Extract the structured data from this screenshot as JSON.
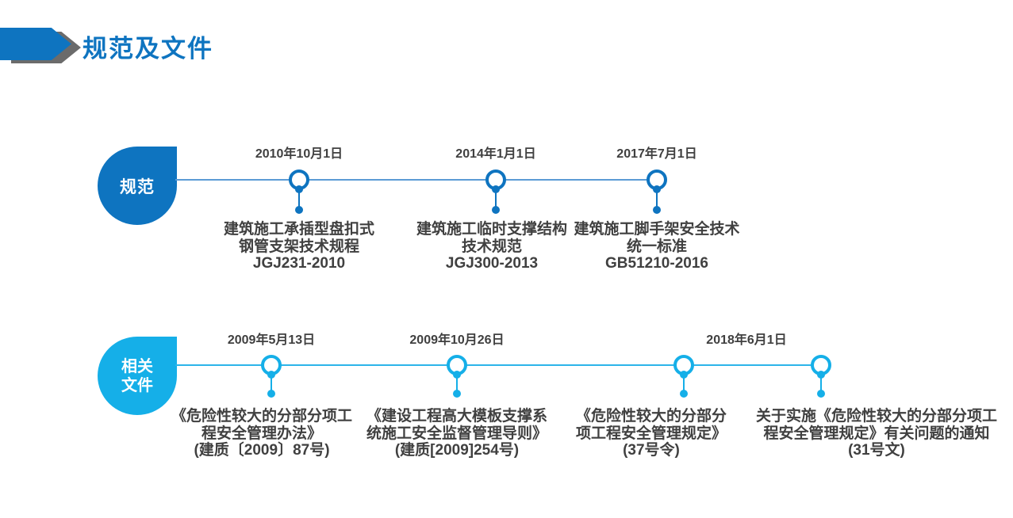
{
  "title": "规范及文件",
  "colors": {
    "dark_blue": "#0E74C0",
    "cyan_blue": "#15AFE8",
    "axis_blue": "#5B9BD5",
    "text_gray": "#404040",
    "arrow_gray": "#6B6B6B"
  },
  "timelines": [
    {
      "label": "规范",
      "nodes": [
        {
          "date": "2010年10月1日",
          "lines": [
            "建筑施工承插型盘扣式",
            "钢管支架技术规程",
            "JGJ231-2010"
          ]
        },
        {
          "date": "2014年1月1日",
          "lines": [
            "建筑施工临时支撑结构",
            "技术规范",
            "JGJ300-2013"
          ]
        },
        {
          "date": "2017年7月1日",
          "lines": [
            "建筑施工脚手架安全技术",
            "统一标准",
            "GB51210-2016"
          ]
        }
      ]
    },
    {
      "label_line1": "相关",
      "label_line2": "文件",
      "nodes": [
        {
          "date": "2009年5月13日",
          "lines": [
            "《危险性较大的分部分项工",
            "程安全管理办法》",
            "(建质〔2009〕87号)"
          ]
        },
        {
          "date": "2009年10月26日",
          "lines": [
            "《建设工程高大模板支撑系",
            "统施工安全监督管理导则》",
            "(建质[2009]254号)"
          ]
        },
        {
          "date": "2018年6月1日",
          "lines": [
            "《危险性较大的分部分",
            "项工程安全管理规定》",
            "(37号令)"
          ]
        },
        {
          "lines": [
            "关于实施《危险性较大的分部分项工",
            "程安全管理规定》有关问题的通知",
            "(31号文)"
          ]
        }
      ]
    }
  ]
}
